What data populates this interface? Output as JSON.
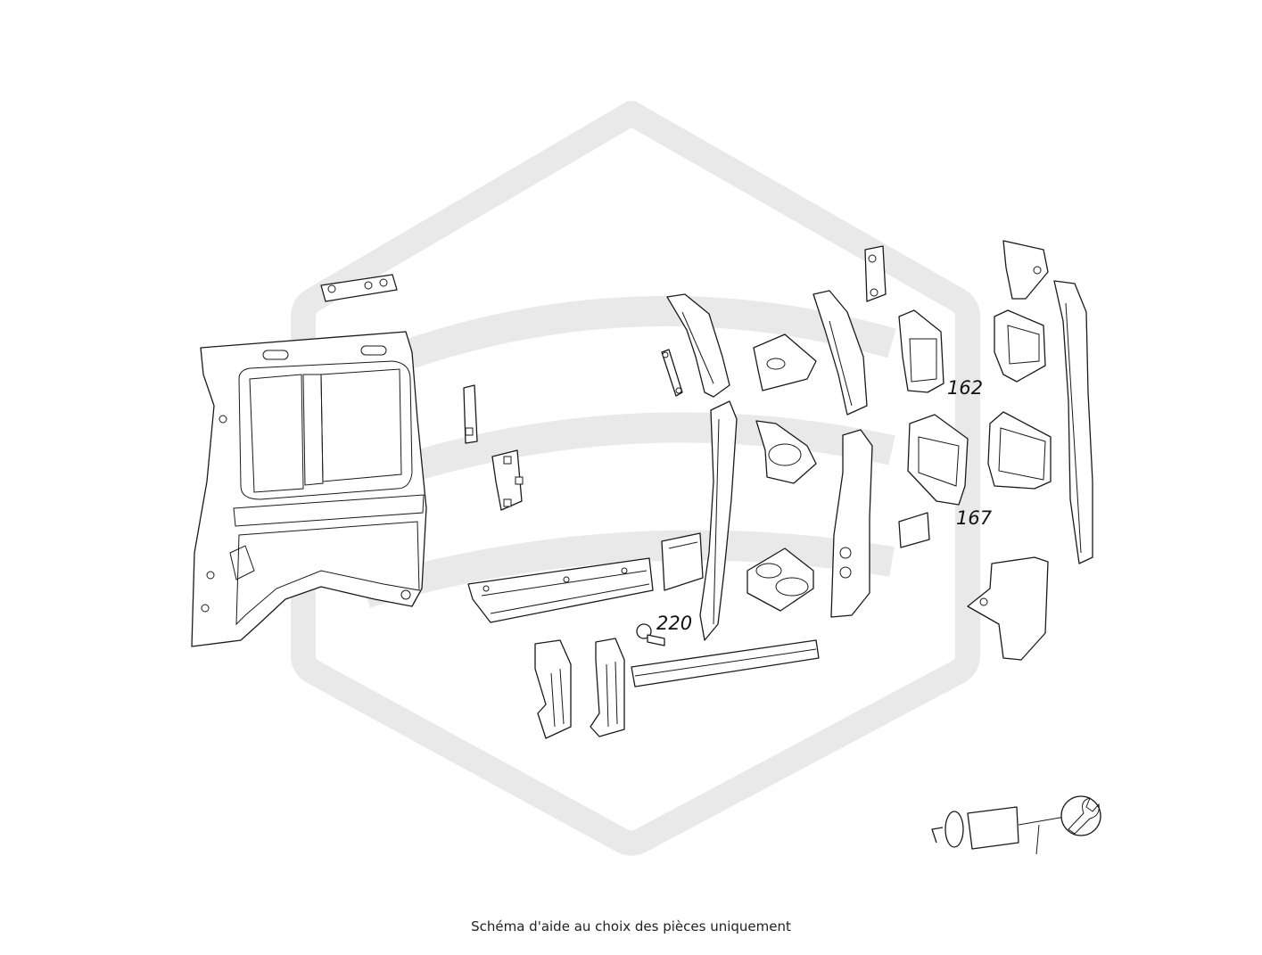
{
  "diagram": {
    "callouts": [
      {
        "id": "162",
        "text": "162"
      },
      {
        "id": "167",
        "text": "167"
      },
      {
        "id": "220",
        "text": "220"
      }
    ],
    "caption": "Schéma d'aide au choix des pièces uniquement",
    "watermark_color": "#e9e9e9",
    "line_color": "#1a1a1a"
  }
}
